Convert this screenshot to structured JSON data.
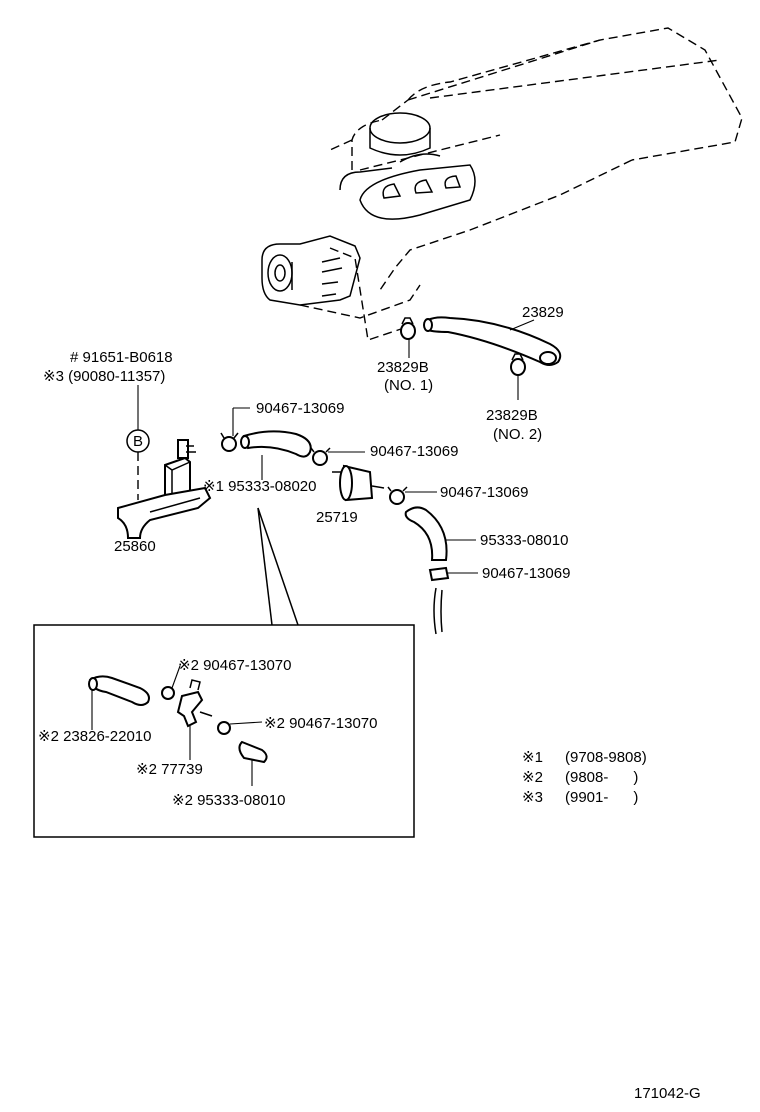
{
  "labels": {
    "p23829": "23829",
    "p23829b_1": "23829B",
    "no1": "(NO. 1)",
    "p23829b_2": "23829B",
    "no2": "(NO. 2)",
    "p91651": "# 91651-B0618",
    "p90080": "※3 (90080-11357)",
    "circle_b": "B",
    "p25860": "25860",
    "p90467_a": "90467-13069",
    "p95333_08020": "※1 95333-08020",
    "p90467_b": "90467-13069",
    "p25719": "25719",
    "p90467_c": "90467-13069",
    "p95333_08010": "95333-08010",
    "p90467_d": "90467-13069",
    "ins_90467_13070_a": "※2 90467-13070",
    "ins_23826": "※2 23826-22010",
    "ins_90467_13070_b": "※2 90467-13070",
    "ins_77739": "※2 77739",
    "ins_95333": "※2 95333-08010"
  },
  "legend": [
    {
      "mark": "※1",
      "range": "(9708-9808)"
    },
    {
      "mark": "※2",
      "range": "(9808-      )"
    },
    {
      "mark": "※3",
      "range": "(9901-      )"
    }
  ],
  "figure_code": "171042-G"
}
